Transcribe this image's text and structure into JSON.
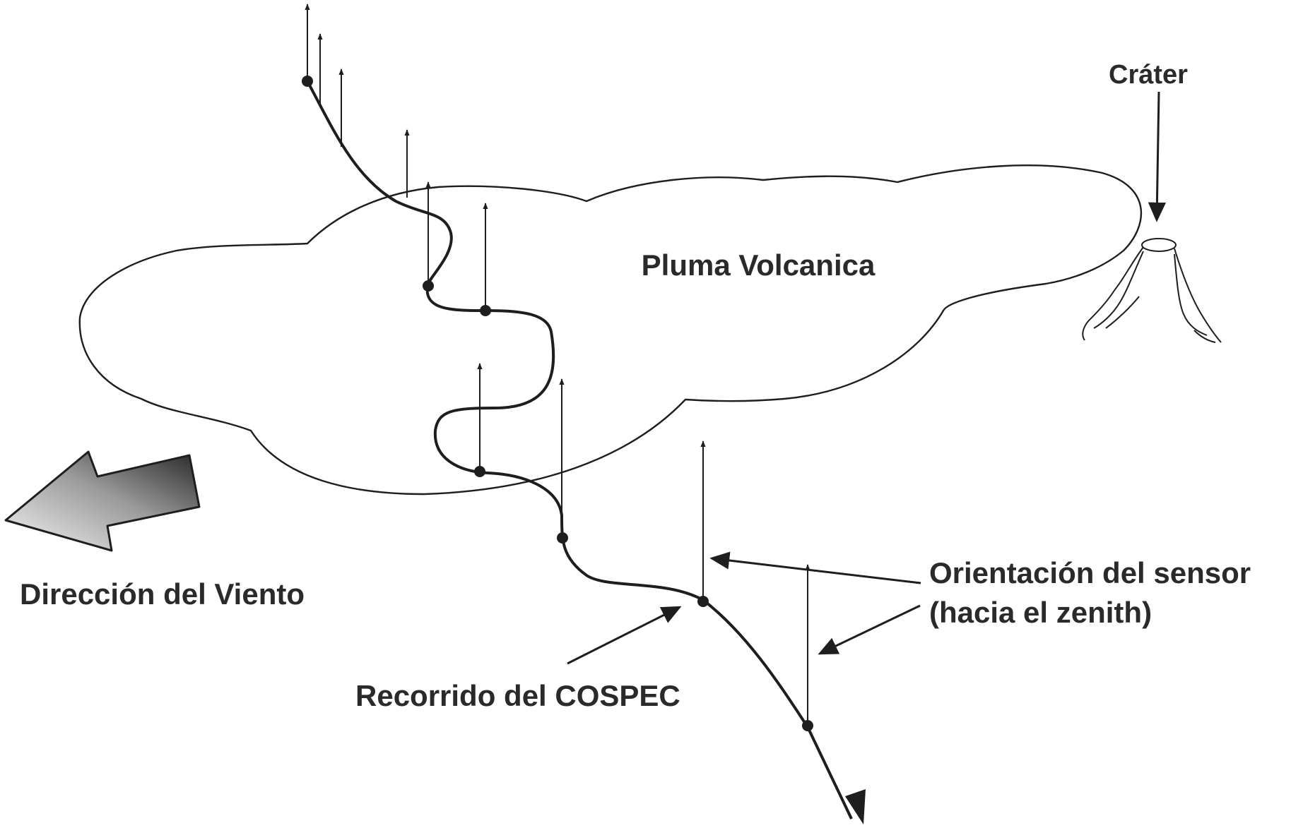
{
  "labels": {
    "crater": "Cráter",
    "plume": "Pluma Volcanica",
    "wind_direction": "Dirección del Viento",
    "sensor_line1": "Orientación del sensor",
    "sensor_line2": "(hacia el zenith)",
    "cospec_path": "Recorrido del COSPEC"
  },
  "colors": {
    "ink": "#1e1e1e",
    "label": "#2a2a2a",
    "wind_arrow_light": "#f2f2f2",
    "wind_arrow_dark": "#2c2c2c"
  }
}
